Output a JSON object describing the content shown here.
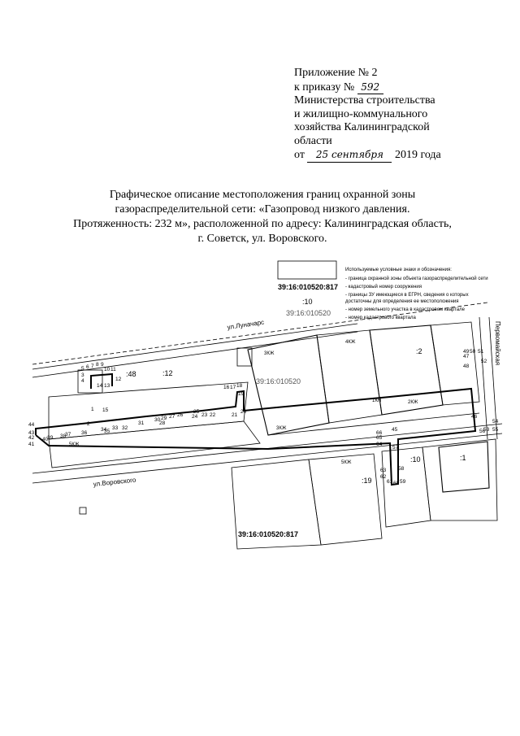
{
  "appendix": {
    "line1": "Приложение № 2",
    "line2_prefix": "к приказу №",
    "order_number": "592",
    "line3": "Министерства строительства",
    "line4": "и жилищно-коммунального",
    "line5": "хозяйства Калининградской",
    "line6": "области",
    "date_prefix": "от",
    "date_handwritten": "25 сентября",
    "date_suffix": "2019 года"
  },
  "title": {
    "line1": "Графическое описание местоположения границ охранной зоны",
    "line2": "газораспределительной сети: «Газопровод низкого давления.",
    "line3": "Протяженность: 232 м», расположенной по адресу: Калининградская область,",
    "line4": "г. Советск, ул. Воровского."
  },
  "legend": {
    "heading": "Используемые условные знаки и обозначения:",
    "items": [
      "- граница охранной зоны объекта газораспределительной сети",
      "- кадастровый номер сооружения",
      "- границы ЗУ имеющиеся в ЕГРН, сведения о которых",
      "  достаточны для определения ее местоположения",
      "- номер земельного участка в кадастровом квартале",
      "- номер кадастрового квартала"
    ],
    "sample_cadastral": "39:16:010520:817",
    "sample_parcel": ":10",
    "sample_quarter": "39:16:010520"
  },
  "map": {
    "cad_top": "39:16:010520:817",
    "cad_bottom": "39:16:010520:817",
    "quarter": "39:16:010520",
    "street_lunacharsky": "ул.Луначарс",
    "street_vorovskogo": "ул.Воровского",
    "street_pervomayskaya": "Первомайская",
    "parcels": [
      ":12",
      ":48",
      ":2",
      ":10",
      ":19",
      ":1"
    ],
    "building_label": "3КЖ",
    "building_label2": "4КЖ",
    "building_label3": "5КЖ",
    "building_label4": "2КЖ",
    "building_label5": "1КН",
    "points": [
      "1",
      "2",
      "3",
      "4",
      "5",
      "6",
      "7",
      "8",
      "9",
      "10",
      "11",
      "12",
      "13",
      "14",
      "15",
      "16",
      "17",
      "18",
      "19",
      "20",
      "21",
      "22",
      "23",
      "24",
      "25",
      "26",
      "27",
      "28",
      "29",
      "30",
      "31",
      "32",
      "33",
      "34",
      "35",
      "36",
      "37",
      "38",
      "39",
      "40",
      "41",
      "42",
      "43",
      "44",
      "45",
      "46",
      "47",
      "48",
      "49",
      "50",
      "51",
      "52",
      "53",
      "54",
      "55",
      "56",
      "57",
      "58",
      "59",
      "60",
      "61",
      "62",
      "63",
      "64",
      "65",
      "66"
    ]
  }
}
